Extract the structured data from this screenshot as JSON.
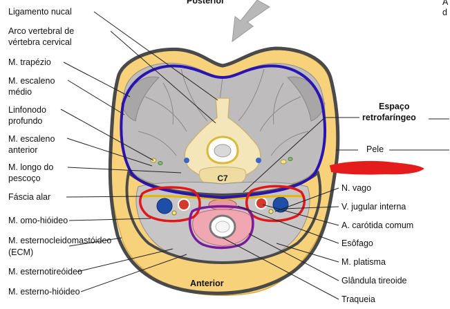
{
  "header": {
    "top": "Posterior",
    "corner_line1": "A",
    "corner_line2": "d"
  },
  "bottom_label": "Anterior",
  "vertebra_label": "C7",
  "left_labels": [
    "Ligamento nucal",
    "Arco vertebral de",
    "vértebra cervical",
    "M. trapézio",
    "M. escaleno",
    "médio",
    "Linfonodo",
    "profundo",
    "M. escaleno",
    "anterior",
    "M. longo do",
    "pescoço",
    "Fáscia alar",
    "M. omo-hióideo",
    "M. esternocleidomastóideo",
    "(ECM)",
    "M. esternotireóideo",
    "M. esterno-hióideo"
  ],
  "right_labels": {
    "espaco1": "Espaço",
    "espaco2": "retrofaríngeo",
    "pele": "Pele",
    "vago": "N. vago",
    "jugular": "V. jugular interna",
    "carotida": "A. carótida comum",
    "esofago": "Esôfago",
    "platisma": "M. platisma",
    "tireoide": "Glândula tireoide",
    "traqueia": "Traqueia"
  },
  "colors": {
    "skin": "#f7d27a",
    "muscle": "#bfbcbd",
    "outline_gray": "#4a4a4a",
    "outline_blue": "#2a14b0",
    "outline_red": "#e01818",
    "outline_purple": "#7a1a9a",
    "redaction": "#e51c1c",
    "bone": "#f4e6b8",
    "arrow": "#b8b8b8"
  }
}
